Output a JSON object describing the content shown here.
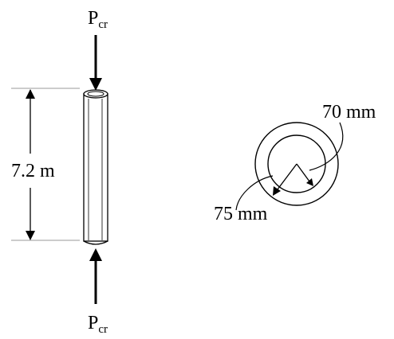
{
  "load_top": {
    "symbol": "P",
    "subscript": "cr"
  },
  "load_bottom": {
    "symbol": "P",
    "subscript": "cr"
  },
  "length_label": "7.2 m",
  "inner_radius_label": "70 mm",
  "outer_radius_label": "75 mm",
  "colors": {
    "ink": "#000000",
    "background": "#ffffff"
  }
}
